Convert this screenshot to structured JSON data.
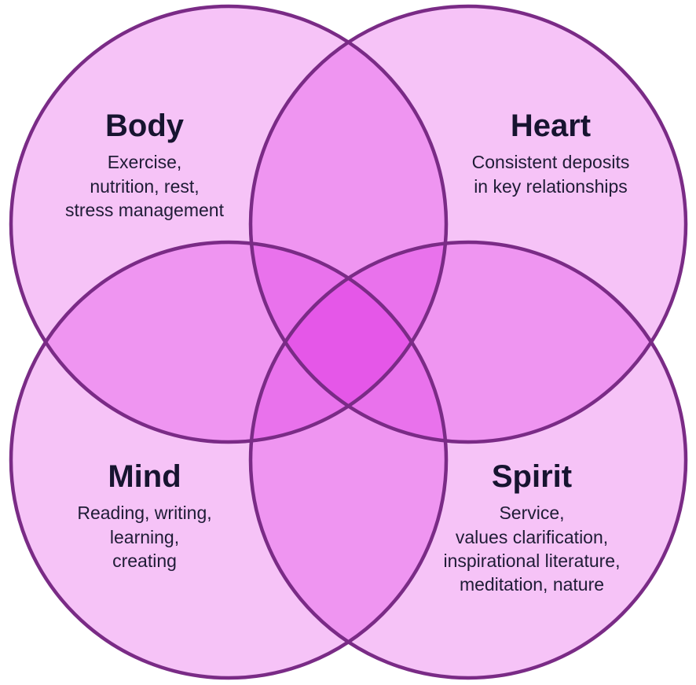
{
  "colors": {
    "circle_fill": "#d700dc",
    "circle_stroke": "#7a2b86",
    "text": "#171430"
  },
  "circles": [
    {
      "id": "body",
      "title": "Body",
      "lines": [
        "Exercise,",
        "nutrition, rest,",
        "stress management"
      ]
    },
    {
      "id": "heart",
      "title": "Heart",
      "lines": [
        "Consistent deposits",
        "in key relationships"
      ]
    },
    {
      "id": "mind",
      "title": "Mind",
      "lines": [
        "Reading, writing,",
        "learning,",
        "creating"
      ]
    },
    {
      "id": "spirit",
      "title": "Spirit",
      "lines": [
        "Service,",
        "values clarification,",
        "inspirational literature,",
        "meditation, nature"
      ]
    }
  ]
}
